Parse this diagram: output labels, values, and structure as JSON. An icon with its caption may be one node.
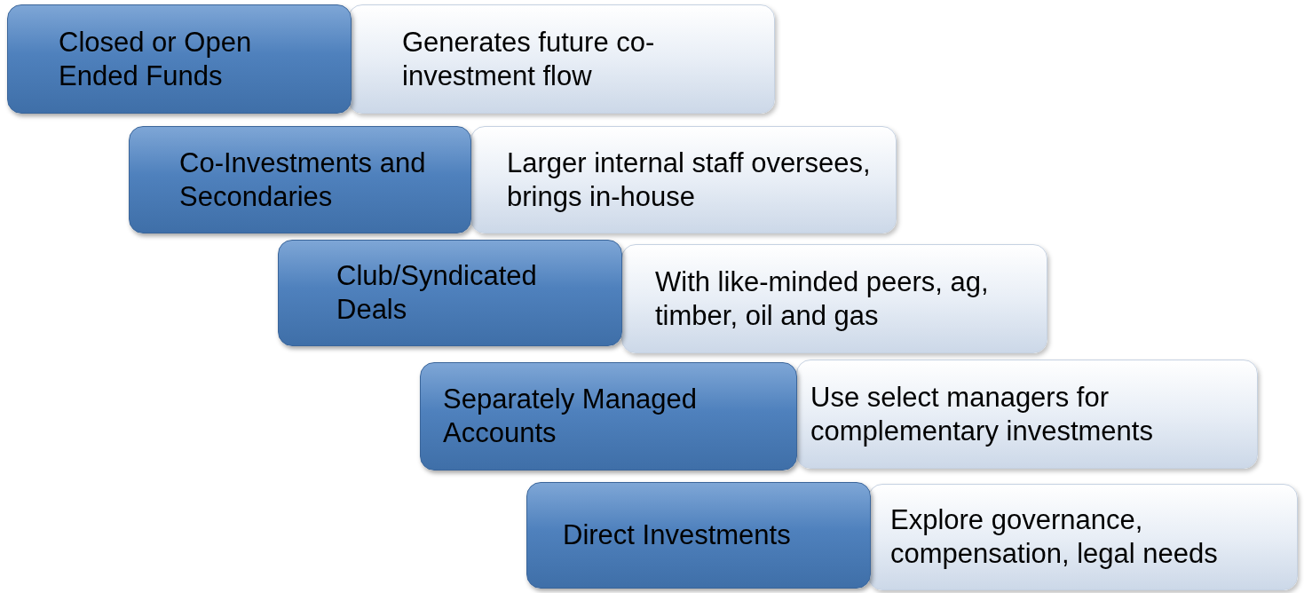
{
  "diagram": {
    "nodes": [
      {
        "text": [
          "Closed or Open Ended Funds"
        ]
      },
      {
        "text": [
          "Generates future co-investment flow"
        ]
      },
      {
        "text": [
          "Co-Investments and Secondaries"
        ]
      },
      {
        "text": [
          "Larger internal staff oversees, brings in-house"
        ]
      },
      {
        "text": [
          "Club/Syndicated Deals"
        ]
      },
      {
        "text": [
          "With like-minded peers, ag, timber, oil and gas"
        ]
      },
      {
        "text": [
          "Separately Managed Accounts"
        ]
      },
      {
        "text": [
          "Use select managers for complementary investments"
        ]
      },
      {
        "text": [
          "Direct Investments"
        ]
      },
      {
        "text": [
          "Explore governance, compensation, legal needs"
        ]
      }
    ]
  }
}
